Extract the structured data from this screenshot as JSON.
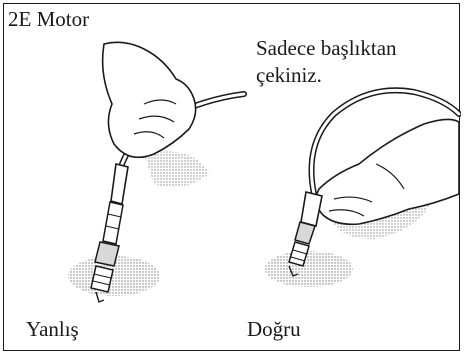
{
  "title": "2E Motor",
  "note_line1": "Sadece başlıktan",
  "note_line2": "çekiniz.",
  "label_wrong": "Yanlış",
  "label_right": "Doğru",
  "colors": {
    "ink": "#1a1a1a",
    "shade": "#8a8a8a",
    "background": "#ffffff"
  }
}
